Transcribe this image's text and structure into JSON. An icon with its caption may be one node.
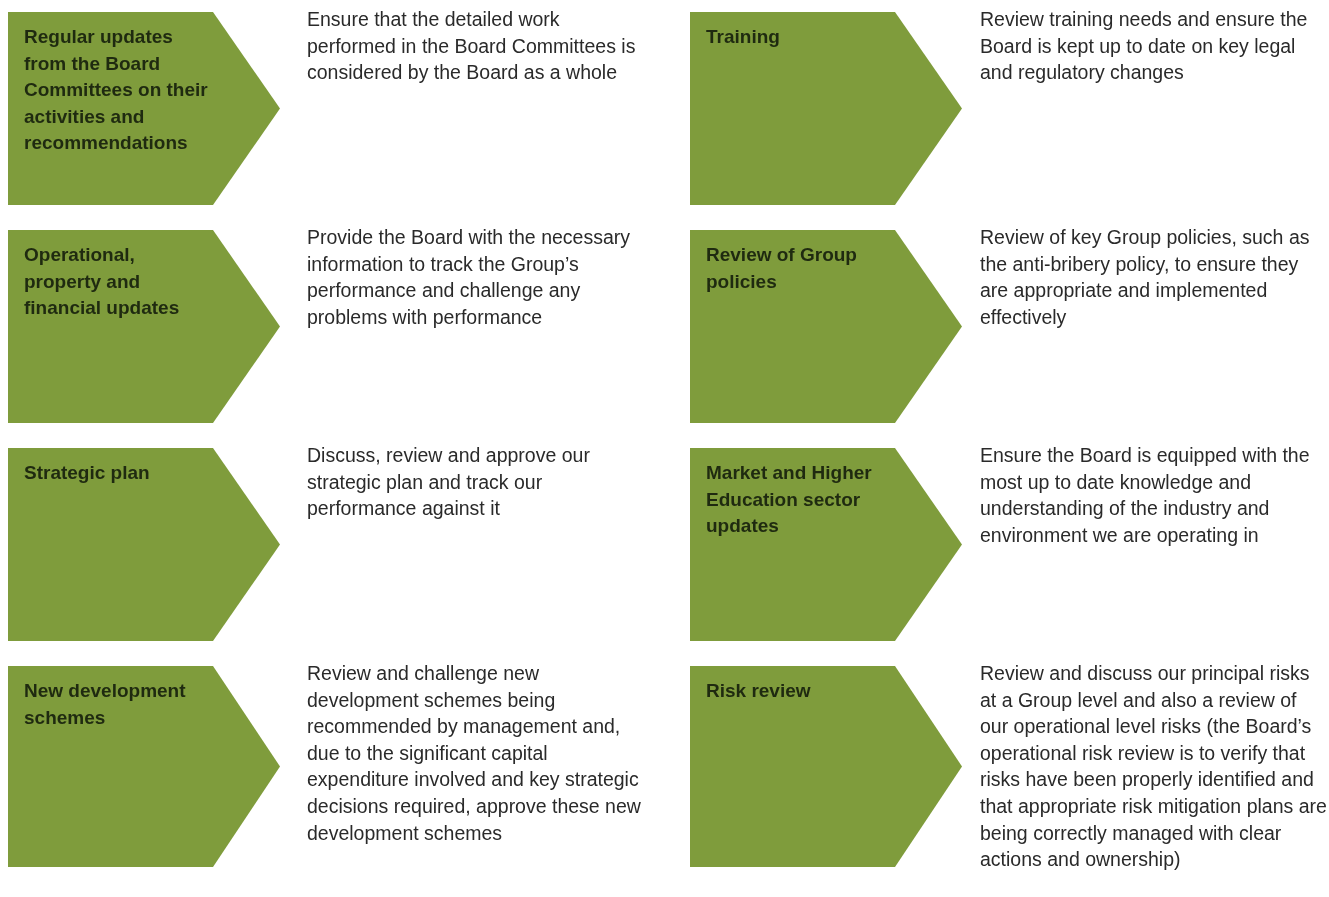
{
  "diagram": {
    "nodes": [
      {
        "text": [
          "Regular updates from the Board Committees on their activities and recommendations"
        ],
        "beside": [
          "Ensure that the detailed work performed in the Board Committees is considered by the Board as a whole"
        ]
      },
      {
        "text": [
          "Training"
        ],
        "beside": [
          "Review training needs and ensure the Board is kept up to date on key legal and regulatory changes"
        ]
      },
      {
        "text": [
          "Operational, property and financial updates"
        ],
        "beside": [
          "Provide the Board with the necessary information to track the Group’s performance and challenge any problems with performance"
        ]
      },
      {
        "text": [
          "Review of Group policies"
        ],
        "beside": [
          "Review of key Group policies, such as the anti-bribery policy, to ensure they are appropriate and implemented effectively"
        ]
      },
      {
        "text": [
          "Strategic plan"
        ],
        "beside": [
          "Discuss, review and approve our strategic plan and track our performance against it"
        ]
      },
      {
        "text": [
          "Market and Higher Education sector updates"
        ],
        "beside": [
          "Ensure the Board is equipped with the most up to date knowledge and understanding of the industry and environment we are operating in"
        ]
      },
      {
        "text": [
          "New development schemes"
        ],
        "beside": [
          "Review and challenge new development schemes being recommended by management and, due to the significant capital expenditure involved and key strategic decisions required, approve these new development schemes"
        ]
      },
      {
        "text": [
          "Risk review"
        ],
        "beside": [
          "Review and discuss our principal risks at a Group level and also a review of our operational level risks (the Board’s operational risk review is to verify that risks have been properly identified and that appropriate risk mitigation plans are being correctly managed with clear actions and ownership)"
        ]
      }
    ]
  }
}
